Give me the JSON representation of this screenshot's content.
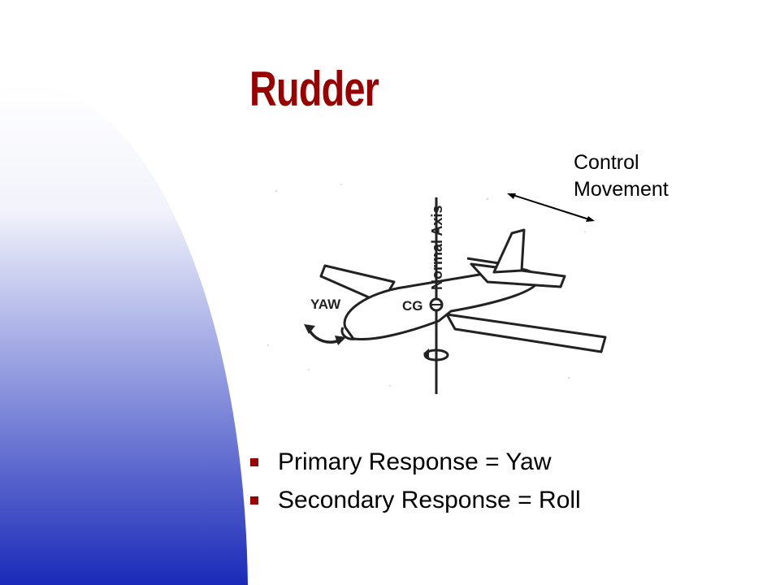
{
  "slide": {
    "title": "Rudder",
    "callout": {
      "line1": "Control",
      "line2": "Movement"
    },
    "diagram": {
      "axis_label": "Normal Axis",
      "yaw_label": "YAW",
      "cg_label": "CG"
    },
    "bullets": [
      {
        "text": "Primary Response = Yaw"
      },
      {
        "text": "Secondary Response = Roll"
      }
    ],
    "colors": {
      "title": "#990000",
      "bullet_marker": "#990000",
      "gradient_top": "#ffffff",
      "gradient_bottom": "#1a2ab8"
    }
  }
}
